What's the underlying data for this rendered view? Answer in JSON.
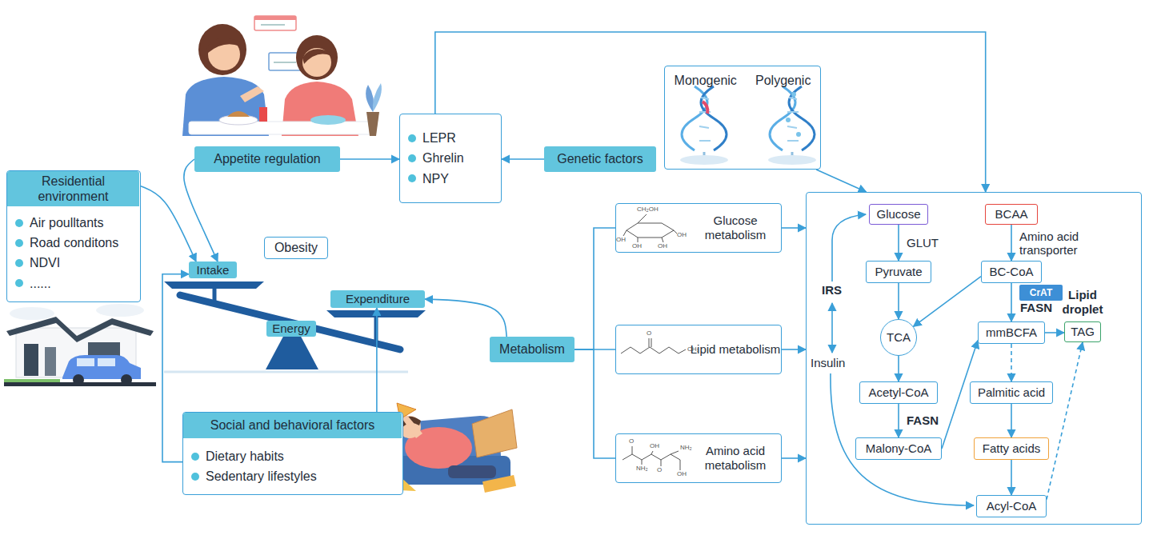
{
  "diagram": {
    "nodes": [
      {
        "text": [
          "Air poulltants",
          "Road conditons",
          "NDVI",
          "......"
        ]
      },
      {
        "text": [
          "Residential environment"
        ],
        "in": 0
      },
      {
        "text": [
          "Appetite regulation"
        ]
      },
      {
        "text": [
          "LEPR",
          "Ghrelin",
          "NPY"
        ]
      },
      {
        "text": [
          "Genetic factors"
        ]
      },
      {
        "text": [
          "Monogenic",
          "Polygenic"
        ]
      },
      {
        "text": [
          "Obesity"
        ]
      },
      {
        "text": [
          "Intake"
        ]
      },
      {
        "text": [
          "Expenditure"
        ]
      },
      {
        "text": [
          "Energy"
        ]
      },
      {
        "text": [
          "Metabolism"
        ]
      },
      {
        "text": [
          "Glucose metabolism"
        ]
      },
      {
        "text": [
          "Lipid metabolism"
        ]
      },
      {
        "text": [
          "Amino acid metabolism"
        ]
      },
      {
        "text": [
          "Dietary habits",
          "Sedentary lifestyles"
        ]
      },
      {
        "text": [
          "Social and behavioral factors"
        ],
        "in": 14
      },
      {
        "text": []
      },
      {
        "text": [
          "Glucose"
        ],
        "in": 16
      },
      {
        "text": [
          "BCAA"
        ],
        "in": 16
      },
      {
        "text": [
          "Pyruvate"
        ],
        "in": 16
      },
      {
        "text": [
          "BC-CoA"
        ],
        "in": 16
      },
      {
        "text": [
          "TCA"
        ],
        "in": 16
      },
      {
        "text": [
          "CrAT"
        ],
        "in": 16
      },
      {
        "text": [
          "mmBCFA"
        ],
        "in": 16
      },
      {
        "text": [
          "Lipid droplet",
          "TAG"
        ],
        "in": 16
      },
      {
        "text": [
          "Acetyl-CoA"
        ],
        "in": 16
      },
      {
        "text": [
          "Palmitic acid"
        ],
        "in": 16
      },
      {
        "text": [
          "Fatty acids"
        ],
        "in": 16
      },
      {
        "text": [
          "Malony-CoA"
        ],
        "in": 16
      },
      {
        "text": [
          "Acyl-CoA"
        ],
        "in": 16
      }
    ],
    "edges": [
      {
        "from": 0,
        "to": 7,
        "arrow": "to"
      },
      {
        "from": 2,
        "to": 3,
        "arrow": "to"
      },
      {
        "from": 2,
        "to": 7,
        "arrow": "to"
      },
      {
        "from": 4,
        "to": 3,
        "arrow": "to"
      },
      {
        "from": 3,
        "to": 16,
        "arrow": "to"
      },
      {
        "from": 5,
        "to": 16,
        "arrow": "to"
      },
      {
        "from": 14,
        "to": 7,
        "arrow": "to"
      },
      {
        "from": 14,
        "to": 8,
        "arrow": "to"
      },
      {
        "from": 10,
        "to": 8,
        "arrow": "to"
      },
      {
        "from": 10,
        "to": 11,
        "arrow": "none"
      },
      {
        "from": 10,
        "to": 12,
        "arrow": "none"
      },
      {
        "from": 10,
        "to": 13,
        "arrow": "none"
      },
      {
        "from": 11,
        "to": 16,
        "arrow": "to"
      },
      {
        "from": 12,
        "to": 16,
        "arrow": "to"
      },
      {
        "from": 13,
        "to": 16,
        "arrow": "to"
      },
      {
        "from": 17,
        "to": 19,
        "arrow": "to",
        "label": "GLUT"
      },
      {
        "from": 19,
        "to": 21,
        "arrow": "to"
      },
      {
        "from": 21,
        "to": 25,
        "arrow": "to"
      },
      {
        "from": 25,
        "to": 28,
        "arrow": "to",
        "label": "FASN"
      },
      {
        "from": 28,
        "to": 23,
        "arrow": "to"
      },
      {
        "from": 18,
        "to": 20,
        "arrow": "to",
        "label": "Amino acid transporter"
      },
      {
        "from": 20,
        "to": 21,
        "arrow": "to"
      },
      {
        "from": 20,
        "to": 23,
        "arrow": "to"
      },
      {
        "from": 23,
        "to": 24,
        "arrow": "to"
      },
      {
        "from": 23,
        "to": 26,
        "arrow": "to"
      },
      {
        "from": 26,
        "to": 27,
        "arrow": "to"
      },
      {
        "from": 27,
        "to": 29,
        "arrow": "to"
      },
      {
        "from": 29,
        "to": 24,
        "arrow": "to"
      }
    ],
    "labels": [
      "IRS",
      "Insulin",
      "FASN",
      "CH₂OH",
      "OH",
      "OH",
      "OH",
      "OH",
      "O",
      "CH₃",
      "O",
      "OH",
      "NH₂",
      "O",
      "OH",
      "NH₂"
    ]
  }
}
